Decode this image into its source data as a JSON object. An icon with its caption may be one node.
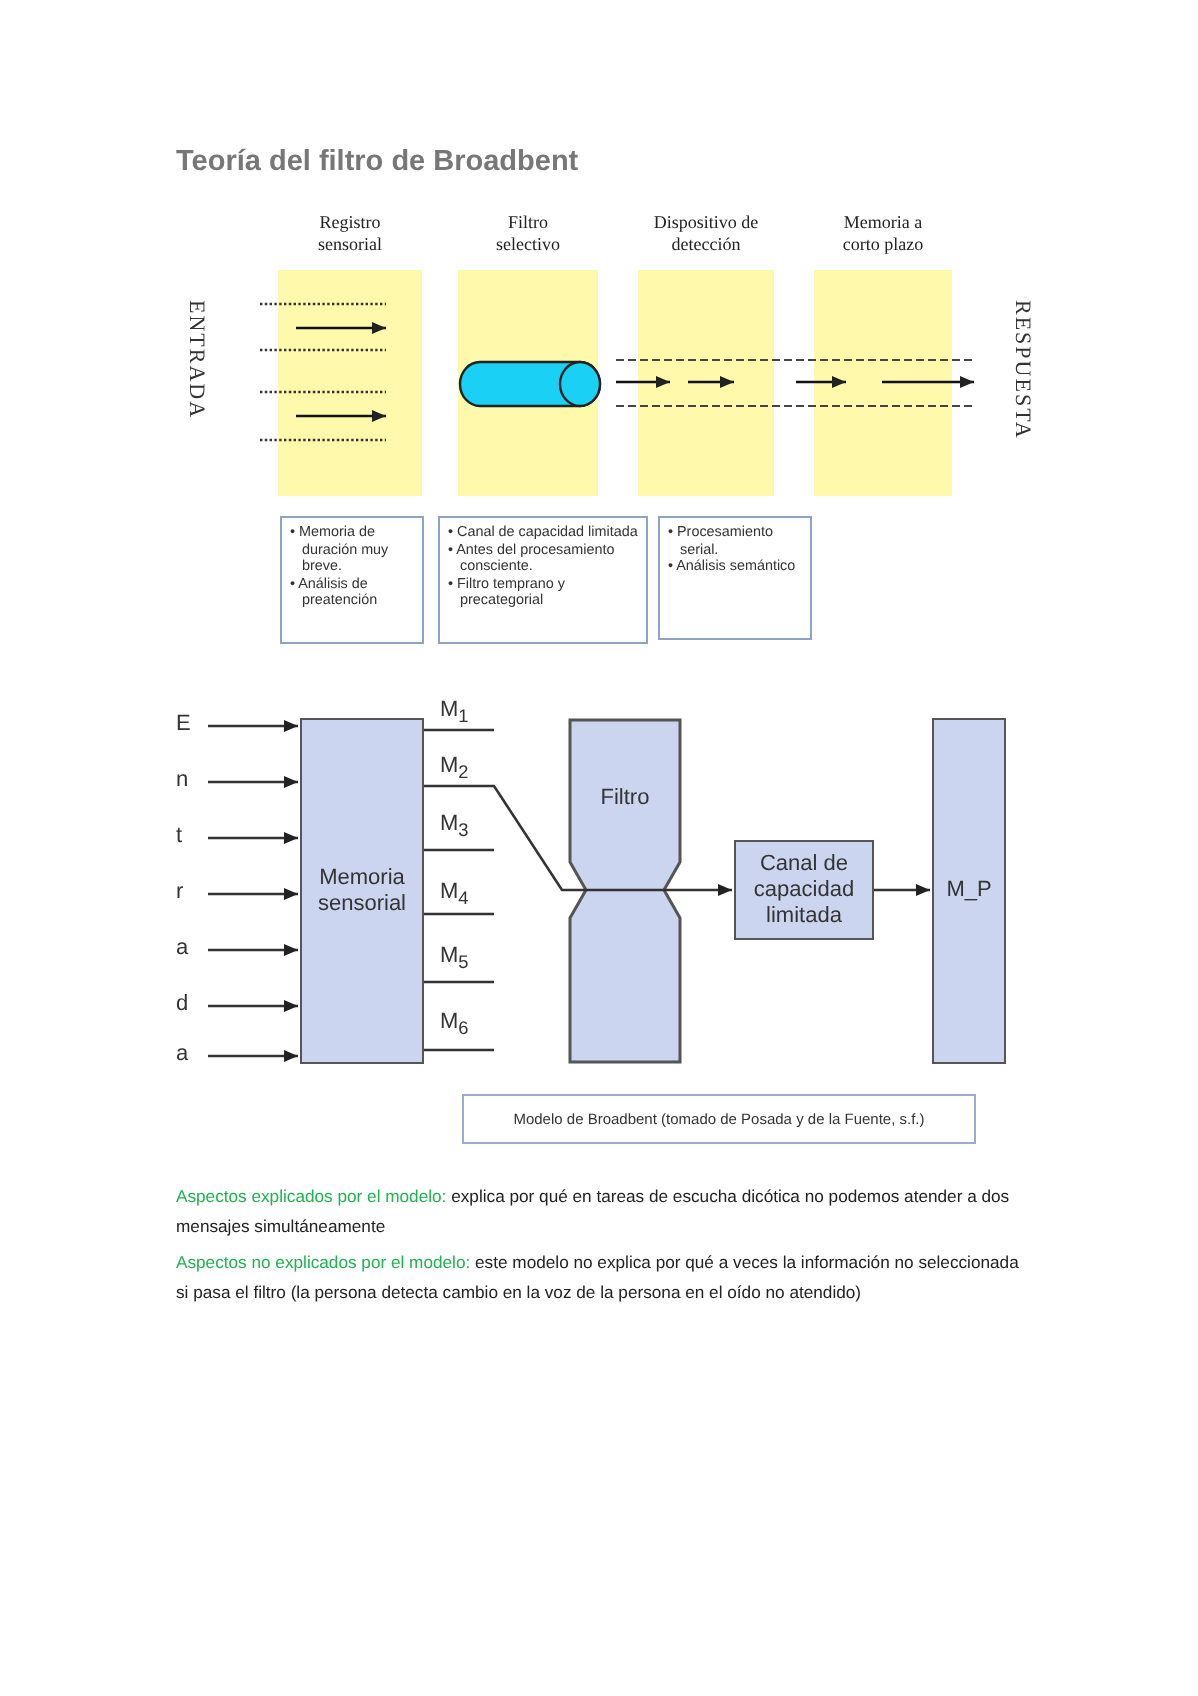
{
  "diagram": {
    "title": "Teoría del filtro de Broadbent",
    "nodes": [
      {
        "text": [
          "Registro sensorial"
        ]
      },
      {
        "text": [
          "Filtro selectivo"
        ]
      },
      {
        "text": [
          "Dispositivo de detección"
        ]
      },
      {
        "text": [
          "Memoria a corto plazo"
        ]
      },
      {
        "text": [
          "• Memoria de duración muy breve.",
          "• Análisis de preatención"
        ]
      },
      {
        "text": [
          "• Canal de capacidad limitada",
          "• Antes del procesamiento consciente.",
          "• Filtro temprano y precategorial"
        ]
      },
      {
        "text": [
          "• Procesamiento serial.",
          "• Análisis semántico"
        ]
      },
      {
        "text": [
          "E"
        ]
      },
      {
        "text": [
          "n"
        ]
      },
      {
        "text": [
          "t"
        ]
      },
      {
        "text": [
          "r"
        ]
      },
      {
        "text": [
          "a"
        ]
      },
      {
        "text": [
          "d"
        ]
      },
      {
        "text": [
          "a"
        ]
      },
      {
        "text": [
          "Memoria sensorial"
        ]
      },
      {
        "text": [
          "Filtro"
        ]
      },
      {
        "text": [
          "Canal de capacidad limitada"
        ]
      },
      {
        "text": [
          "M_P"
        ]
      },
      {
        "text": [
          "Modelo de Broadbent (tomado de Posada y de la Fuente, s.f.)"
        ]
      }
    ],
    "edges": [
      {
        "from": 7,
        "to": 14,
        "arrow": "to"
      },
      {
        "from": 8,
        "to": 14,
        "arrow": "to"
      },
      {
        "from": 9,
        "to": 14,
        "arrow": "to"
      },
      {
        "from": 10,
        "to": 14,
        "arrow": "to"
      },
      {
        "from": 11,
        "to": 14,
        "arrow": "to"
      },
      {
        "from": 12,
        "to": 14,
        "arrow": "to"
      },
      {
        "from": 13,
        "to": 14,
        "arrow": "to"
      },
      {
        "from": 14,
        "to": null,
        "arrow": "none"
      },
      {
        "from": 14,
        "to": 15,
        "arrow": "none"
      },
      {
        "from": 14,
        "to": null,
        "arrow": "none"
      },
      {
        "from": 14,
        "to": null,
        "arrow": "none"
      },
      {
        "from": 14,
        "to": null,
        "arrow": "none"
      },
      {
        "from": 14,
        "to": null,
        "arrow": "none"
      },
      {
        "from": 15,
        "to": 16,
        "arrow": "to"
      },
      {
        "from": 16,
        "to": 17,
        "arrow": "to"
      }
    ],
    "labels": [
      "ENTRADA",
      "RESPUESTA",
      "M$_{1}$",
      "M$_{2}$",
      "M$_{3}$",
      "M$_{4}$",
      "M$_{5}$",
      "M$_{6}$",
      "Aspectos explicados por el modelo:",
      "explica por qué en tareas de escucha dicótica no podemos atender a dos mensajes simultáneamente",
      "Aspectos no explicados por el modelo:",
      "este modelo no explica por qué a veces la información no seleccionada si pasa el filtro (la persona detecta cambio en la voz de la persona en el oído no atendido)"
    ]
  }
}
